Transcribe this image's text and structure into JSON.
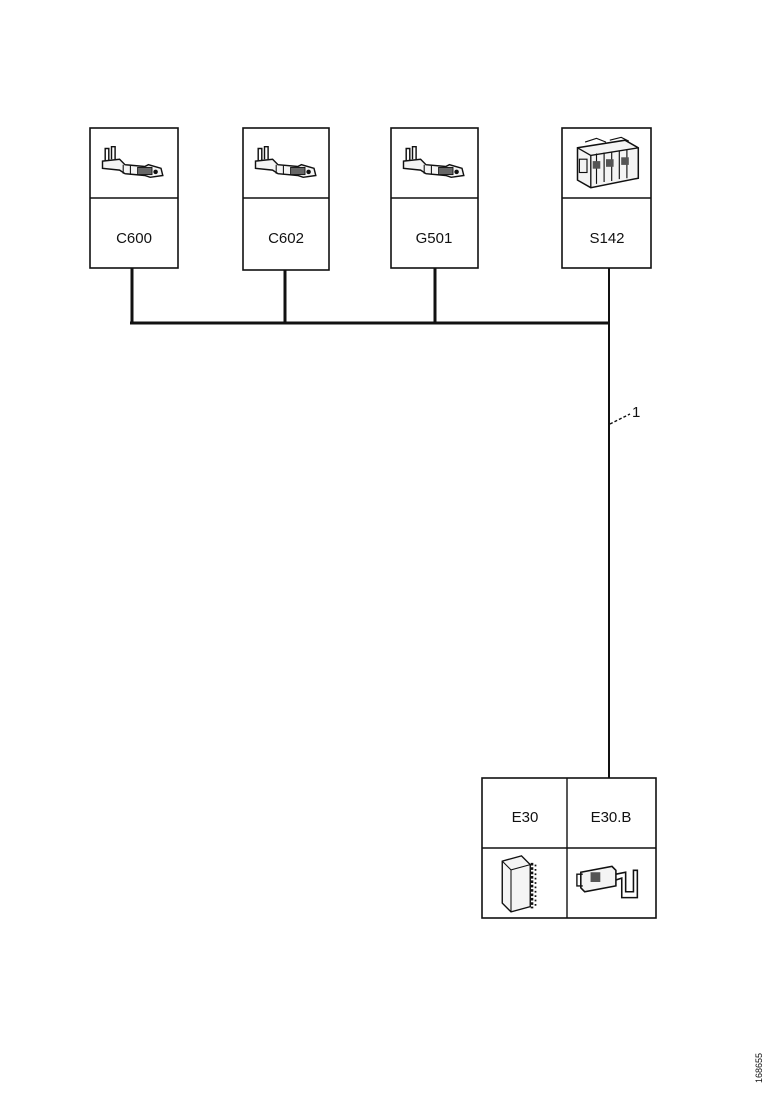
{
  "components": [
    {
      "id": "C600",
      "label": "C600",
      "icon": "terminal-pin-icon"
    },
    {
      "id": "C602",
      "label": "C602",
      "icon": "terminal-pin-icon"
    },
    {
      "id": "G501",
      "label": "G501",
      "icon": "terminal-pin-icon"
    },
    {
      "id": "S142",
      "label": "S142",
      "icon": "connector-housing-icon"
    },
    {
      "id": "E30",
      "label": "E30",
      "icon": "control-module-icon"
    },
    {
      "id": "E30B",
      "label": "E30.B",
      "icon": "connector-terminal-icon"
    }
  ],
  "callout": {
    "label": "1"
  },
  "reference_code": "168655"
}
